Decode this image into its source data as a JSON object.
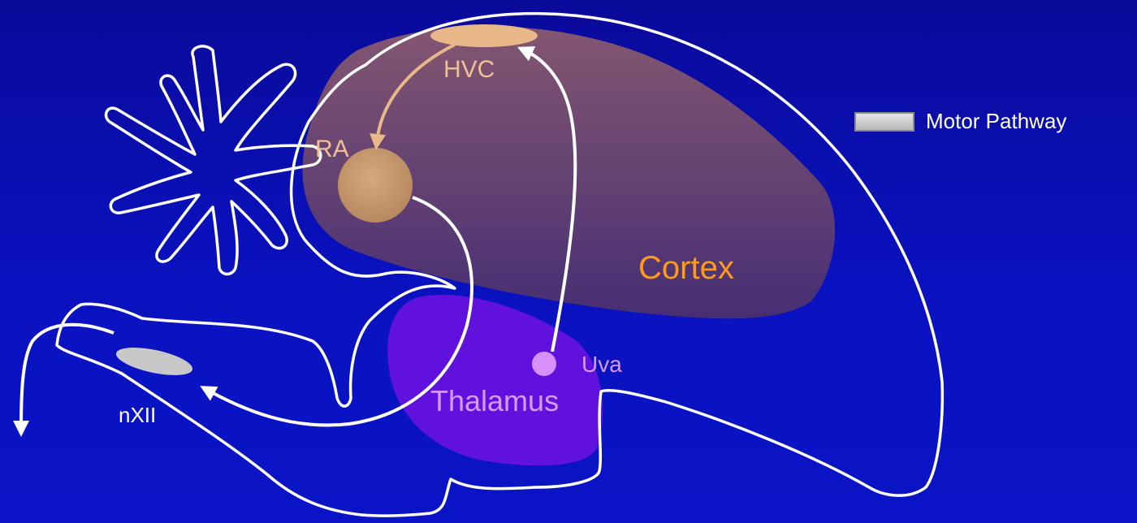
{
  "labels": {
    "hvc": "HVC",
    "ra": "RA",
    "cortex": "Cortex",
    "uva": "Uva",
    "thalamus": "Thalamus",
    "nxii": "nXII"
  },
  "legend": {
    "motor_pathway": "Motor Pathway"
  },
  "colors": {
    "background": "#0a10b8",
    "outline": "#ffffff",
    "cortex_label": "#ff9a1a",
    "nucleus_fill": "#e8b07a",
    "nucleus_label": "#f0c090",
    "thalamus_fill": "#6a10e0",
    "thalamus_label": "#d89aff",
    "uva_fill": "#d890ff",
    "nxii_fill": "#c8c8c8"
  }
}
